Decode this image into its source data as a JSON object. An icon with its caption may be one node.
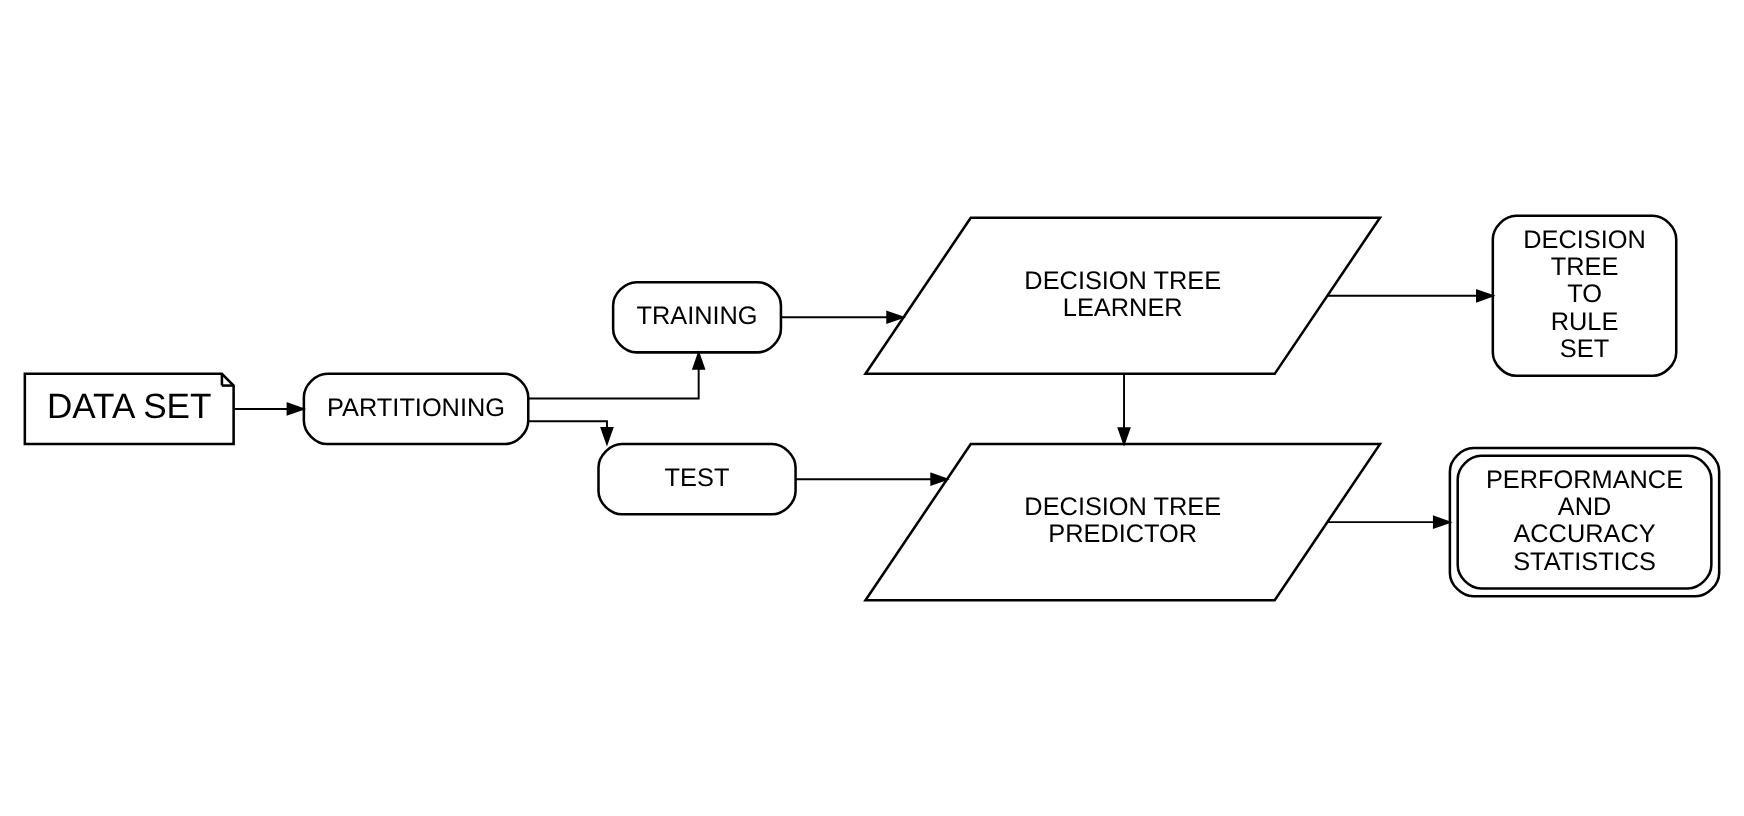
{
  "diagram": {
    "nodes": [
      {
        "text": [
          "DATA SET"
        ]
      },
      {
        "text": [
          "PARTITIONING"
        ]
      },
      {
        "text": [
          "TRAINING"
        ]
      },
      {
        "text": [
          "TEST"
        ]
      },
      {
        "text": [
          "DECISION TREE LEARNER"
        ]
      },
      {
        "text": [
          "DECISION TREE TO RULE SET"
        ]
      },
      {
        "text": [
          "DECISION TREE PREDICTOR"
        ]
      },
      {
        "text": [
          "PERFORMANCE AND ACCURACY STATISTICS"
        ]
      }
    ],
    "edges": [
      {
        "from": 0,
        "to": 1,
        "arrow": "to"
      },
      {
        "from": 1,
        "to": 2,
        "arrow": "to"
      },
      {
        "from": 1,
        "to": 3,
        "arrow": "to"
      },
      {
        "from": 2,
        "to": 4,
        "arrow": "to"
      },
      {
        "from": 4,
        "to": 5,
        "arrow": "to"
      },
      {
        "from": 4,
        "to": 6,
        "arrow": "to"
      },
      {
        "from": 3,
        "to": 6,
        "arrow": "to"
      },
      {
        "from": 6,
        "to": 7,
        "arrow": "to"
      }
    ]
  }
}
